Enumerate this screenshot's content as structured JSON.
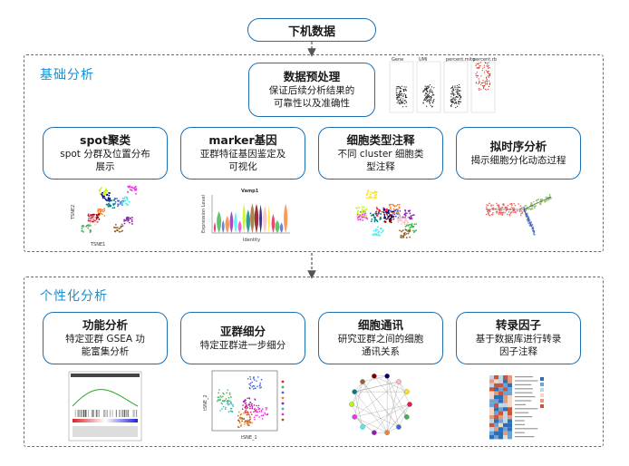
{
  "top_node": "下机数据",
  "sections": {
    "basic": {
      "title": "基础分析",
      "preprocess": {
        "title": "数据预处理",
        "desc": "保证后续分析结果的\n可靠性以及准确性",
        "qc_labels": [
          "Gene",
          "UMI",
          "percent.mito",
          "percent.rb"
        ]
      },
      "items": [
        {
          "title": "spot聚类",
          "desc": "spot 分群及位置分布\n展示",
          "axis_x": "TSNE1",
          "axis_y": "TSNE2"
        },
        {
          "title": "marker基因",
          "desc": "亚群特征基因鉴定及\n可视化",
          "plot_title": "Vamp1",
          "axis_x": "Identity",
          "axis_y": "Expression Level"
        },
        {
          "title": "细胞类型注释",
          "desc": "不同 cluster 细胞类\n型注释"
        },
        {
          "title": "拟时序分析",
          "desc": "揭示细胞分化动态过程"
        }
      ]
    },
    "personal": {
      "title": "个性化分析",
      "items": [
        {
          "title": "功能分析",
          "desc": "特定亚群 GSEA 功\n能富集分析"
        },
        {
          "title": "亚群细分",
          "desc": "特定亚群进一步细分",
          "axis_x": "tSNE_1",
          "axis_y": "tSNE_2"
        },
        {
          "title": "细胞通讯",
          "desc": "研究亚群之间的细胞\n通讯关系"
        },
        {
          "title": "转录因子",
          "desc": "基于数据库进行转录\n因子注释"
        }
      ]
    }
  },
  "colors": {
    "accent": "#1a8fd0",
    "box_border": "#1b6fb3",
    "dashed": "#6d6d6d"
  }
}
